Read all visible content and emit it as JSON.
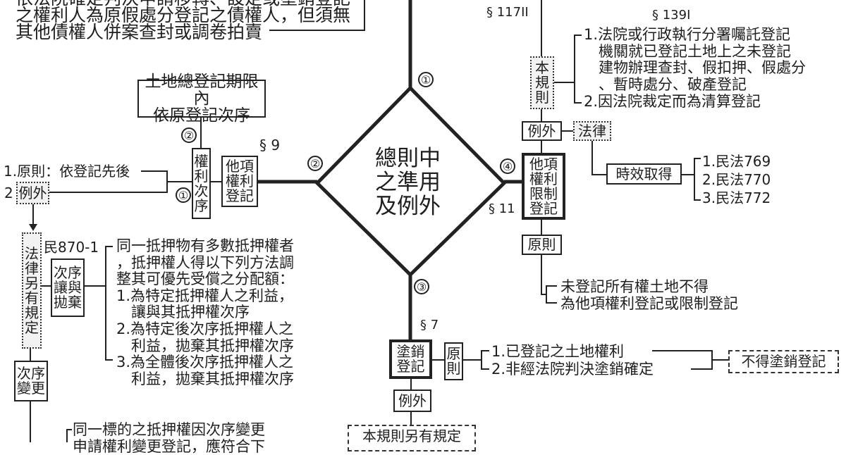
{
  "center": {
    "lines": [
      "總則中",
      "之準用",
      "及例外"
    ]
  },
  "markers": [
    "①",
    "②",
    "③",
    "④"
  ],
  "top_left": {
    "lines": [
      "依法院確定判決申請移轉、設定或塗銷登記",
      "之權利人為原假處分登記之債權人，但須無",
      "其他債權人併案查封或調卷拍賣"
    ]
  },
  "branch2": {
    "land_box": [
      "土地總登記期限內",
      "依原登記次序"
    ],
    "right_order": "權利次序",
    "section": "§ 9",
    "other_rights": "他項權利登記",
    "principle": "1.原則：依登記先後",
    "exception_num": "2",
    "exception": "例外",
    "law_other": "法律另有規定",
    "civil_ref": "民870-1",
    "transfer_box": "次序讓與拋棄",
    "transfer_text": [
      "同一抵押物有多數抵押權者",
      "，抵押權人得以下列方法調",
      "整其可優先受償之分配額：",
      "1.為特定抵押權人之利益，",
      "　讓與其抵押權次序",
      "2.為特定後次序抵押權人之",
      "　利益，拋棄其抵押權次序",
      "3.為全體後次序抵押權人之",
      "　利益，拋棄其抵押權次序"
    ],
    "change_box": "次序變更",
    "change_text": [
      "同一標的之抵押權因次序變更",
      "申請權利變更登記，應符合下"
    ]
  },
  "branch1": {
    "section": "§ 117II"
  },
  "branch4": {
    "section_139": "§ 139I",
    "rule_box": "本規則",
    "rule_items": [
      "1.法院或行政執行分署囑託登記",
      "　機關就已登記土地上之未登記",
      "　建物辦理查封、假扣押、假處分",
      "　、暫時處分、破產登記",
      "2.因法院裁定而為清算登記"
    ],
    "exception": "例外",
    "law": "法律",
    "prescription": "時效取得",
    "civil_items": [
      "1.民法769",
      "2.民法770",
      "3.民法772"
    ],
    "restriction_box": "他項權利限制登記",
    "section_11": "§ 11",
    "principle": "原則",
    "principle_text": [
      "未登記所有權土地不得",
      "為他項權利登記或限制登記"
    ]
  },
  "branch3": {
    "section": "§ 7",
    "cancel_box": "塗銷登記",
    "principle": "原則",
    "items": [
      "1.已登記之土地權利",
      "2.非經法院判決塗銷確定"
    ],
    "result": "不得塗銷登記",
    "exception": "例外",
    "exception_text": "本規則另有規定"
  }
}
